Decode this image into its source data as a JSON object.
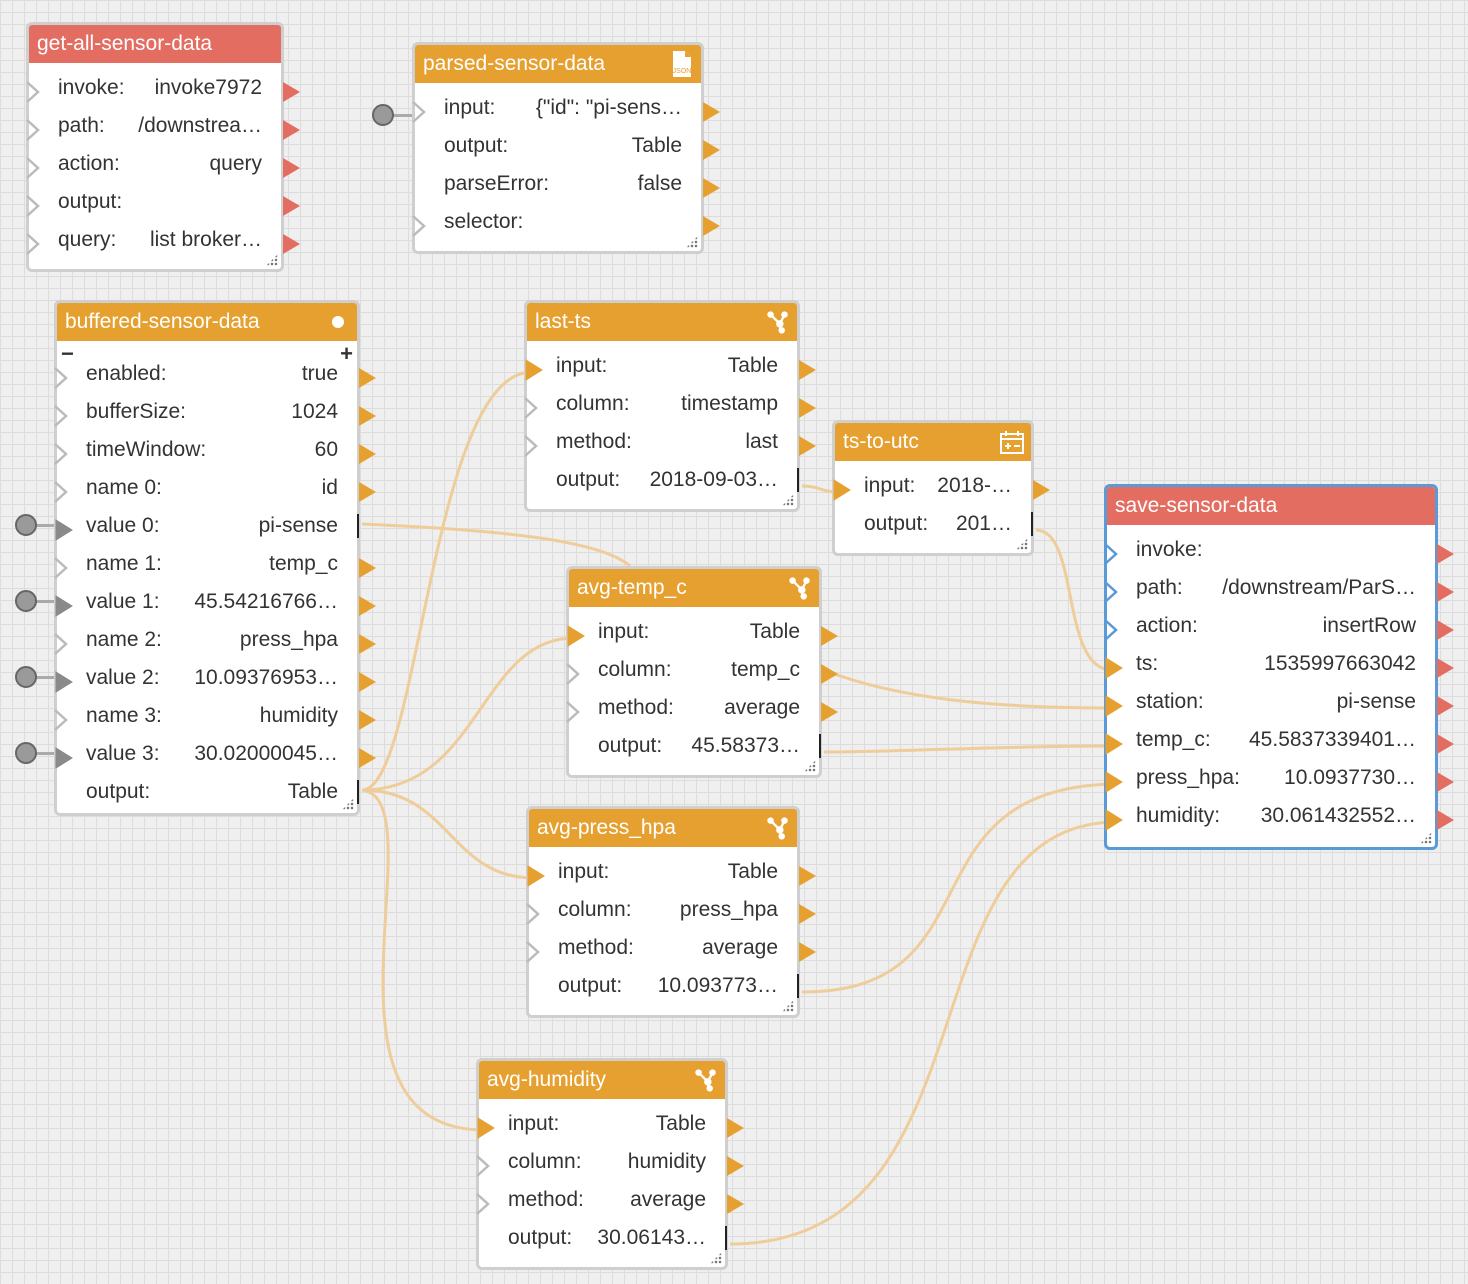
{
  "nodes": {
    "get_all": {
      "title": "get-all-sensor-data",
      "rows": [
        {
          "key": "invoke:",
          "val": "invoke7972"
        },
        {
          "key": "path:",
          "val": "/downstrea…"
        },
        {
          "key": "action:",
          "val": "query"
        },
        {
          "key": "output:",
          "val": ""
        },
        {
          "key": "query:",
          "val": "list broker…"
        }
      ]
    },
    "parsed": {
      "title": "parsed-sensor-data",
      "icon": "json-file-icon",
      "icon_text": "JSON",
      "rows": [
        {
          "key": "input:",
          "val": "{\"id\": \"pi-sens…"
        },
        {
          "key": "output:",
          "val": "Table"
        },
        {
          "key": "parseError:",
          "val": "false"
        },
        {
          "key": "selector:",
          "val": ""
        }
      ]
    },
    "buffered": {
      "title": "buffered-sensor-data",
      "rows": [
        {
          "key": "enabled:",
          "val": "true"
        },
        {
          "key": "bufferSize:",
          "val": "1024"
        },
        {
          "key": "timeWindow:",
          "val": "60"
        },
        {
          "key": "name 0:",
          "val": "id"
        },
        {
          "key": "value 0:",
          "val": "pi-sense"
        },
        {
          "key": "name 1:",
          "val": "temp_c"
        },
        {
          "key": "value 1:",
          "val": "45.54216766…"
        },
        {
          "key": "name 2:",
          "val": "press_hpa"
        },
        {
          "key": "value 2:",
          "val": "10.09376953…"
        },
        {
          "key": "name 3:",
          "val": "humidity"
        },
        {
          "key": "value 3:",
          "val": "30.02000045…"
        },
        {
          "key": "output:",
          "val": "Table"
        }
      ]
    },
    "last_ts": {
      "title": "last-ts",
      "rows": [
        {
          "key": "input:",
          "val": "Table"
        },
        {
          "key": "column:",
          "val": "timestamp"
        },
        {
          "key": "method:",
          "val": "last"
        },
        {
          "key": "output:",
          "val": "2018-09-03…"
        }
      ]
    },
    "ts_to_utc": {
      "title": "ts-to-utc",
      "rows": [
        {
          "key": "input:",
          "val": "2018-…"
        },
        {
          "key": "output:",
          "val": "201…"
        }
      ]
    },
    "avg_temp": {
      "title": "avg-temp_c",
      "rows": [
        {
          "key": "input:",
          "val": "Table"
        },
        {
          "key": "column:",
          "val": "temp_c"
        },
        {
          "key": "method:",
          "val": "average"
        },
        {
          "key": "output:",
          "val": "45.58373…"
        }
      ]
    },
    "avg_press": {
      "title": "avg-press_hpa",
      "rows": [
        {
          "key": "input:",
          "val": "Table"
        },
        {
          "key": "column:",
          "val": "press_hpa"
        },
        {
          "key": "method:",
          "val": "average"
        },
        {
          "key": "output:",
          "val": "10.093773…"
        }
      ]
    },
    "avg_hum": {
      "title": "avg-humidity",
      "rows": [
        {
          "key": "input:",
          "val": "Table"
        },
        {
          "key": "column:",
          "val": "humidity"
        },
        {
          "key": "method:",
          "val": "average"
        },
        {
          "key": "output:",
          "val": "30.06143…"
        }
      ]
    },
    "save": {
      "title": "save-sensor-data",
      "rows": [
        {
          "key": "invoke:",
          "val": ""
        },
        {
          "key": "path:",
          "val": "/downstream/ParS…"
        },
        {
          "key": "action:",
          "val": "insertRow"
        },
        {
          "key": "ts:",
          "val": "1535997663042"
        },
        {
          "key": "station:",
          "val": "pi-sense"
        },
        {
          "key": "temp_c:",
          "val": "45.5837339401…"
        },
        {
          "key": "press_hpa:",
          "val": "10.0937730…"
        },
        {
          "key": "humidity:",
          "val": "30.061432552…"
        }
      ]
    }
  },
  "colors": {
    "action_header": "#e46d62",
    "logic_header": "#e6a030",
    "selected_border": "#5a9ad6",
    "wire": "#efcd9b"
  }
}
